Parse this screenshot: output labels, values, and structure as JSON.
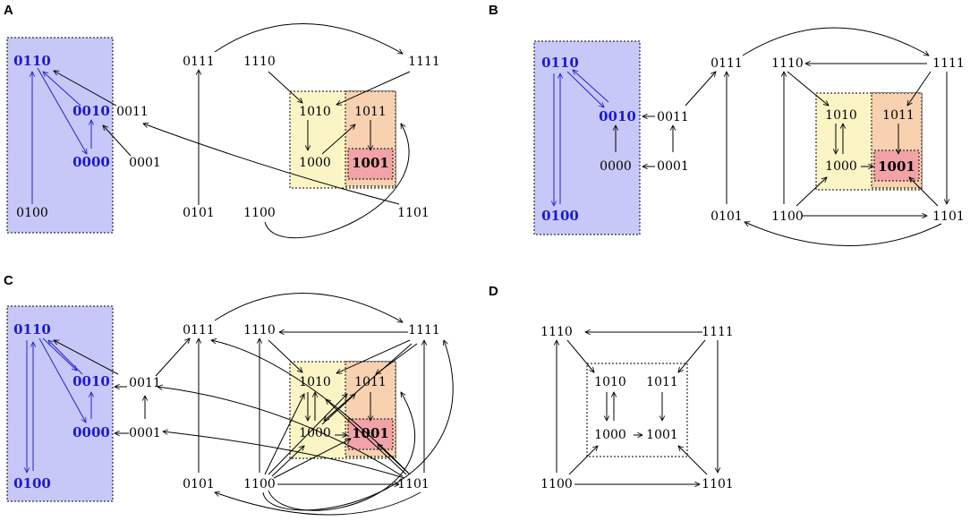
{
  "panels": [
    {
      "label": "A",
      "blue_nodes": [
        "0110",
        "0010",
        "0000",
        "0100"
      ],
      "nodes": [
        "0011",
        "0001",
        "0111",
        "0101",
        "1110",
        "1100",
        "1111",
        "1101",
        "1010",
        "1011",
        "1000"
      ],
      "attractor_node": "1001"
    },
    {
      "label": "B",
      "blue_nodes": [
        "0110",
        "0010",
        "0100"
      ],
      "nodes": [
        "0011",
        "0000",
        "0001",
        "0111",
        "0101",
        "1110",
        "1100",
        "1111",
        "1101",
        "1010",
        "1011",
        "1000"
      ],
      "attractor_node": "1001"
    },
    {
      "label": "C",
      "blue_nodes": [
        "0110",
        "0010",
        "0000",
        "0100"
      ],
      "nodes": [
        "0011",
        "0001",
        "0111",
        "0101",
        "1110",
        "1100",
        "1111",
        "1101",
        "1010",
        "1011",
        "1000"
      ],
      "attractor_node": "1001"
    },
    {
      "label": "D",
      "blue_nodes": [],
      "nodes": [
        "1110",
        "1111",
        "1010",
        "1011",
        "1000",
        "1001",
        "1100",
        "1101"
      ],
      "attractor_node": ""
    }
  ],
  "colors": {
    "blue_region": "#c8c8f8",
    "yellow_region": "#fbf5c6",
    "orange_region": "#f8d2b0",
    "red_region": "#f2a3a8",
    "blue_text": "#1a1acc",
    "blue_edge": "#2222cc"
  }
}
